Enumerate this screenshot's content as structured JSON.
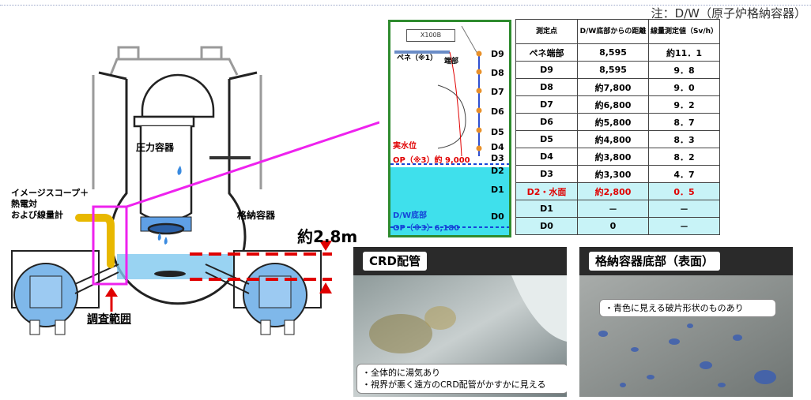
{
  "note": "注：D/W（原子炉格納容器）",
  "diagram": {
    "probe_label": [
      "イメージスコープ＋",
      "熱電対",
      "および線量計"
    ],
    "pressure_vessel": "圧力容器",
    "containment": "格納容器",
    "survey_range": "調査範囲",
    "approx_height": "約2.8m"
  },
  "inset": {
    "x1006": "X100B",
    "penetration": "ペネ（※1）",
    "edge": "端部",
    "water_level": "実水位",
    "water_op": "OP（※3）約 9,000",
    "dw_bottom": "D/W底部",
    "dw_op": "OP（※3）6,180",
    "points": [
      "D9",
      "D8",
      "D7",
      "D6",
      "D5",
      "D4",
      "D3",
      "D2",
      "D1",
      "D0"
    ]
  },
  "table": {
    "headers": [
      "測定点",
      "D/W底部からの距離",
      "線量測定値（Sv/h）"
    ],
    "rows": [
      {
        "point": "ペネ端部",
        "distance": "8,595",
        "dose": "約11．1",
        "water": false,
        "highlight": false
      },
      {
        "point": "D9",
        "distance": "8,595",
        "dose": "9．8",
        "water": false,
        "highlight": false
      },
      {
        "point": "D8",
        "distance": "約7,800",
        "dose": "9．0",
        "water": false,
        "highlight": false
      },
      {
        "point": "D7",
        "distance": "約6,800",
        "dose": "9．2",
        "water": false,
        "highlight": false
      },
      {
        "point": "D6",
        "distance": "約5,800",
        "dose": "8．7",
        "water": false,
        "highlight": false
      },
      {
        "point": "D5",
        "distance": "約4,800",
        "dose": "8．3",
        "water": false,
        "highlight": false
      },
      {
        "point": "D4",
        "distance": "約3,800",
        "dose": "8．2",
        "water": false,
        "highlight": false
      },
      {
        "point": "D3",
        "distance": "約3,300",
        "dose": "4．7",
        "water": false,
        "highlight": false
      },
      {
        "point": "D2・水面",
        "distance": "約2,800",
        "dose": "0．5",
        "water": true,
        "highlight": true
      },
      {
        "point": "D1",
        "distance": "－",
        "dose": "－",
        "water": true,
        "highlight": false
      },
      {
        "point": "D0",
        "distance": "0",
        "dose": "－",
        "water": true,
        "highlight": false
      }
    ]
  },
  "photos": [
    {
      "title": "CRD配管",
      "captions": [
        "・全体的に湯気あり",
        "・視界が悪く遠方のCRD配管がかすかに見える"
      ]
    },
    {
      "title": "格納容器底部（表面）",
      "captions": [
        "・青色に見える破片形状のものあり"
      ]
    }
  ],
  "colors": {
    "water": "#3fe0ec",
    "frame": "#2e8b2e",
    "magenta": "#ee22ee",
    "alert": "#e00000"
  }
}
